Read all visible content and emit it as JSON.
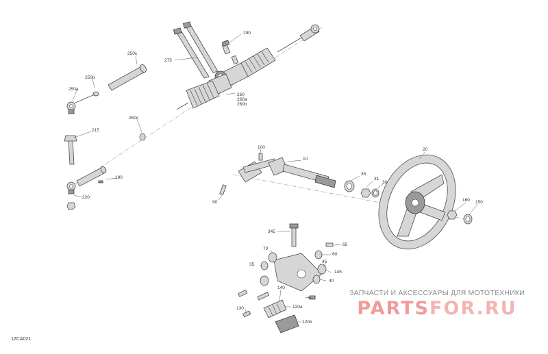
{
  "diagram": {
    "labels": {
      "p290": "290",
      "p275": "275",
      "p250c": "250c",
      "p250b": "250b",
      "p250a": "250a",
      "p260": "260",
      "p260a": "260a",
      "p260b": "260b",
      "p260c": "260c",
      "p215": "215",
      "p190": "190",
      "p220": "220",
      "p100": "100",
      "p10": "10",
      "p35a": "35",
      "p31": "31",
      "p30": "30",
      "p90": "90",
      "p20": "20",
      "p160": "160",
      "p150": "150",
      "p345": "345",
      "p65": "65",
      "p70": "70",
      "p60": "60",
      "p35b": "35",
      "p45": "45",
      "p145": "145",
      "p40": "40",
      "p140": "140",
      "p340": "340",
      "p120a": "120a",
      "p130": "130",
      "p120b": "120b"
    },
    "code": "12CA021"
  },
  "watermark": {
    "tagline": "ЗАПЧАСТИ И АКСЕССУАРЫ ДЛЯ МОТОТЕХНИКИ",
    "brand_left": "PARTS",
    "brand_right": "FOR.RU"
  }
}
